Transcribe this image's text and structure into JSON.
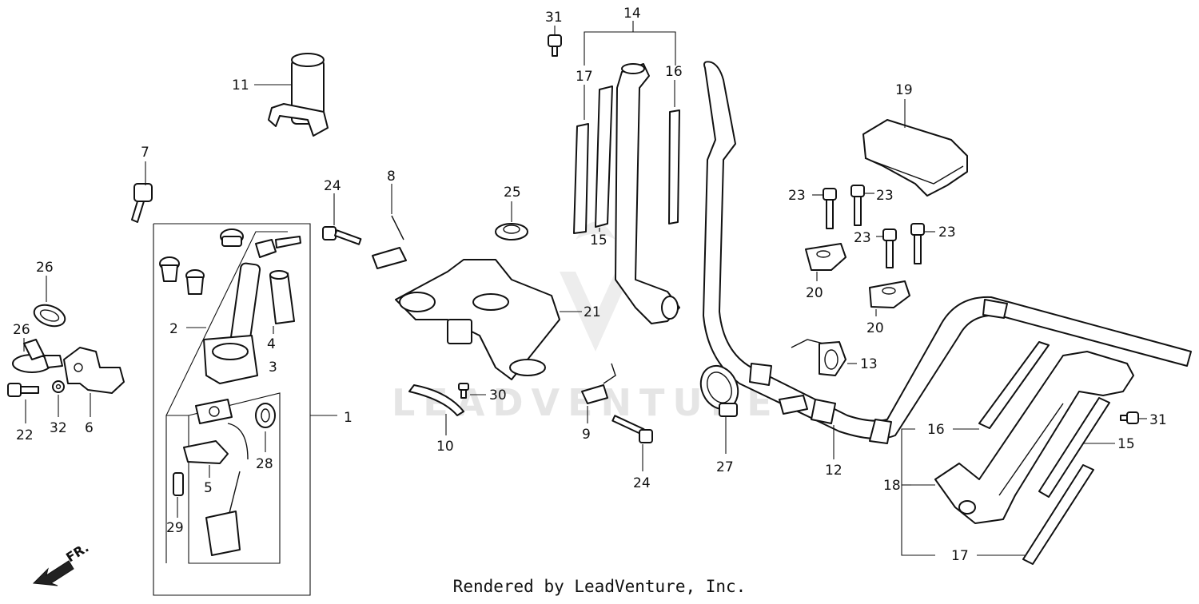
{
  "labels": {
    "l1": "1",
    "l2": "2",
    "l3": "3",
    "l4": "4",
    "l5": "5",
    "l6": "6",
    "l7": "7",
    "l8": "8",
    "l9": "9",
    "l10": "10",
    "l11": "11",
    "l12": "12",
    "l13": "13",
    "l14": "14",
    "l15a": "15",
    "l15b": "15",
    "l16a": "16",
    "l16b": "16",
    "l17a": "17",
    "l17b": "17",
    "l18": "18",
    "l19": "19",
    "l20a": "20",
    "l20b": "20",
    "l21": "21",
    "l22": "22",
    "l23a": "23",
    "l23b": "23",
    "l23c": "23",
    "l23d": "23",
    "l24a": "24",
    "l24b": "24",
    "l25": "25",
    "l26a": "26",
    "l26b": "26",
    "l27": "27",
    "l28": "28",
    "l29": "29",
    "l30": "30",
    "l31a": "31",
    "l31b": "31",
    "l32": "32"
  },
  "watermark": "LEADVENTURE",
  "front_marker": "FR.",
  "footer": "Rendered by LeadVenture, Inc."
}
